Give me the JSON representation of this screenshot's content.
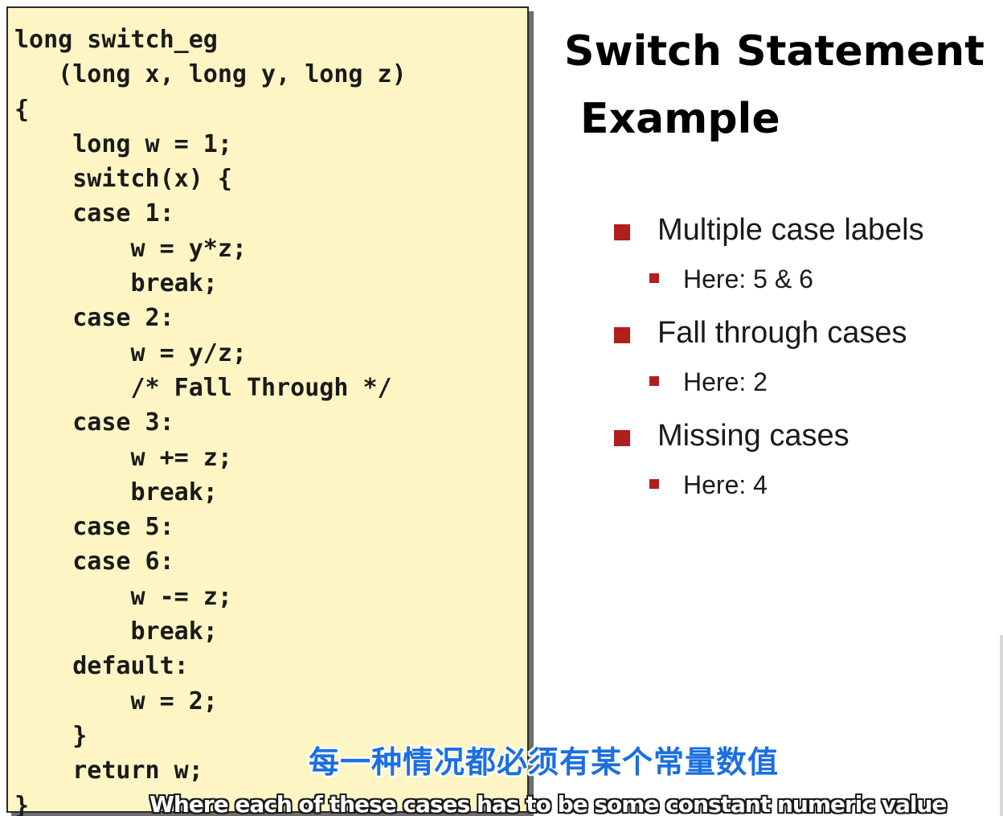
{
  "slide": {
    "title_line1": "Switch Statement",
    "title_line2": "Example",
    "code_lines": [
      "long switch_eg",
      "   (long x, long y, long z)",
      "{",
      "    long w = 1;",
      "    switch(x) {",
      "    case 1:",
      "        w = y*z;",
      "        break;",
      "    case 2:",
      "        w = y/z;",
      "        /* Fall Through */",
      "    case 3:",
      "        w += z;",
      "        break;",
      "    case 5:",
      "    case 6:",
      "        w -= z;",
      "        break;",
      "    default:",
      "        w = 2;",
      "    }",
      "    return w;",
      "}"
    ],
    "bullets": [
      {
        "text": "Multiple case labels",
        "sub": "Here: 5 & 6"
      },
      {
        "text": "Fall through cases",
        "sub": "Here: 2"
      },
      {
        "text": "Missing cases",
        "sub": "Here: 4"
      }
    ]
  },
  "captions": {
    "chinese": "每一种情况都必须有某个常量数值",
    "english": "Where each of these cases has to be some constant numeric value"
  },
  "colors": {
    "code_background": "#fdf6c4",
    "bullet_marker": "#b01e1e",
    "caption_chinese": "#1b6fe0"
  }
}
